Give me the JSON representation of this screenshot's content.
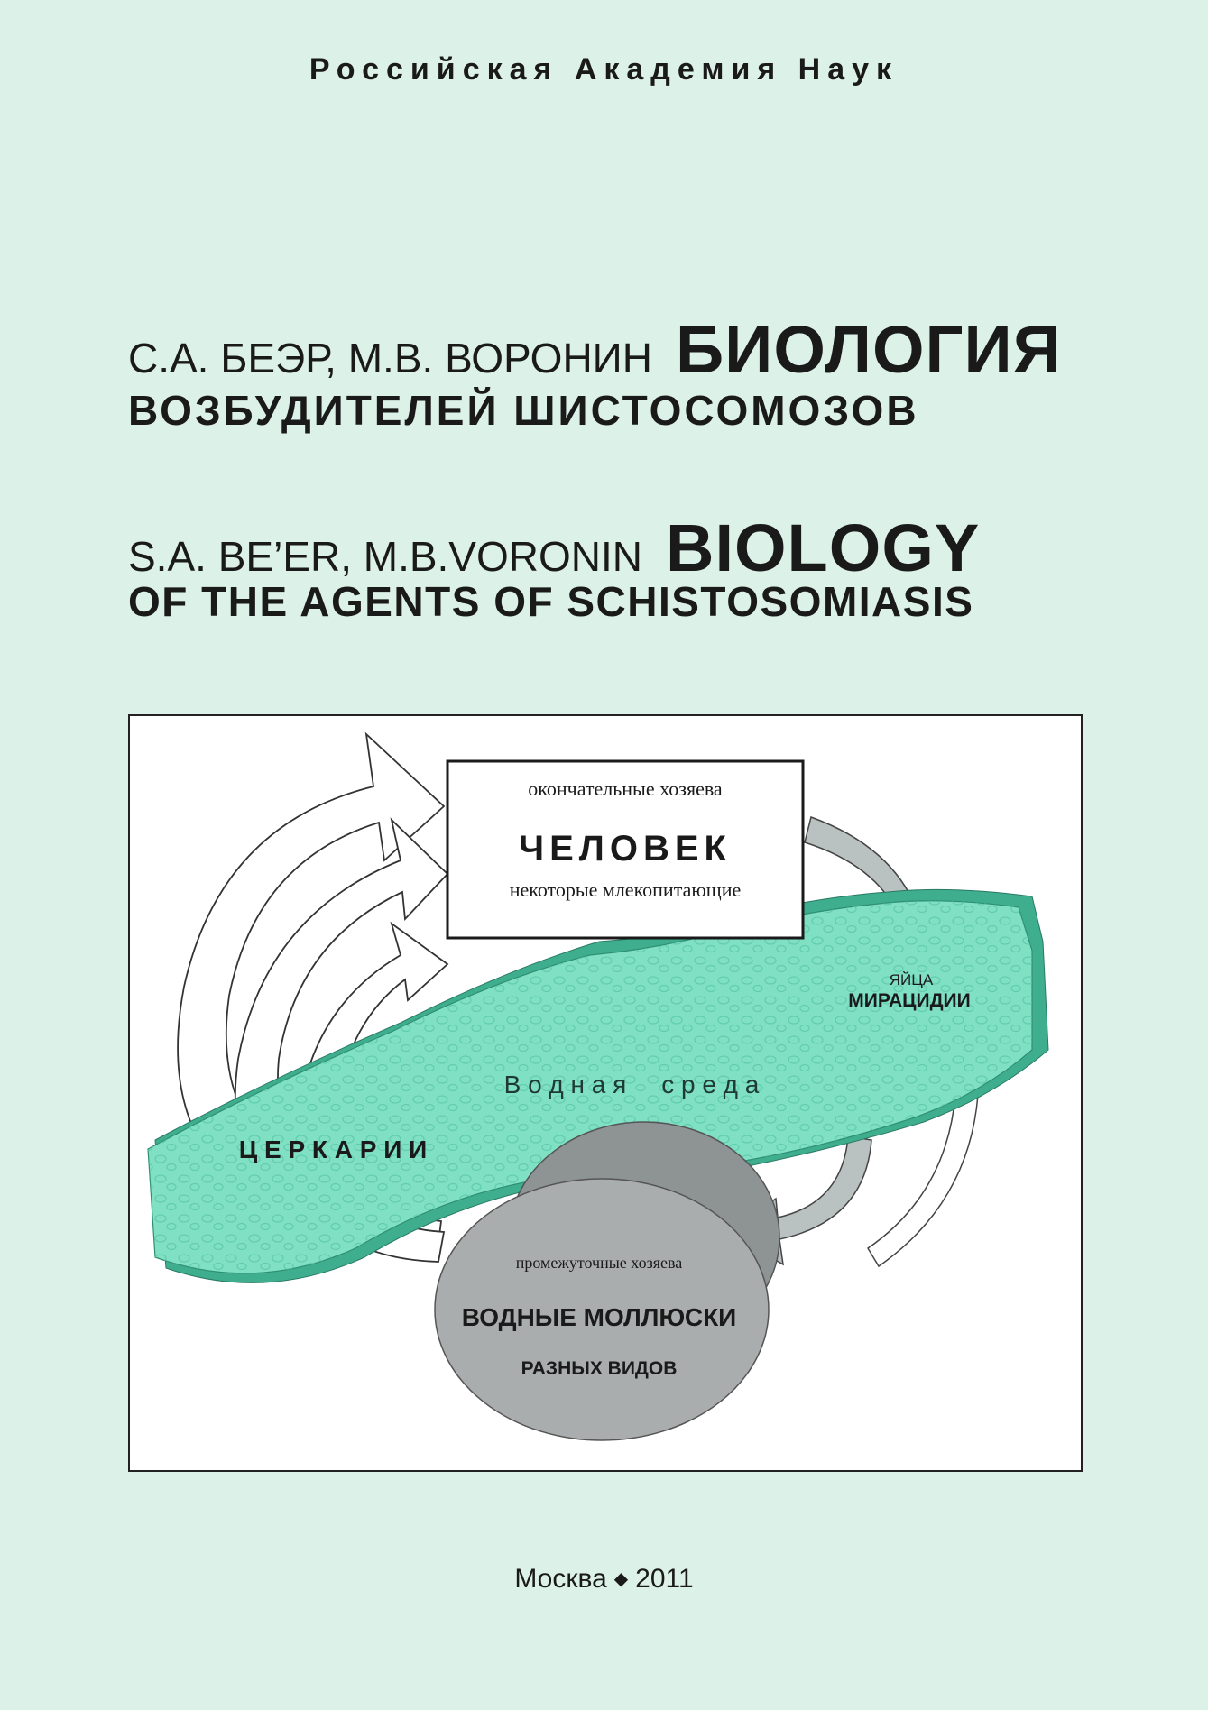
{
  "publisher": "Российская Академия Наук",
  "ru": {
    "authors": "С.А. БЕЭР, М.В. ВОРОНИН",
    "title_big": "БИОЛОГИЯ",
    "subtitle": "ВОЗБУДИТЕЛЕЙ ШИСТОСОМОЗОВ"
  },
  "en": {
    "authors": "S.A. BE’ER, M.B.VORONIN",
    "title_big": "BIOLOGY",
    "subtitle": "OF THE AGENTS OF SCHISTOSOMIASIS"
  },
  "diagram": {
    "definitive_caption": "окончательные хозяева",
    "definitive_host": "ЧЕЛОВЕК",
    "definitive_sub": "некоторые млекопитающие",
    "eggs": "ЯЙЦА",
    "miracidia": "МИРАЦИДИИ",
    "water_env": "В о д н а я     с р е д а",
    "cercariae": "Ц Е Р К А Р И И",
    "intermediate_caption": "промежуточные хозяева",
    "intermediate_host": "ВОДНЫЕ МОЛЛЮСКИ",
    "intermediate_sub": "РАЗНЫХ ВИДОВ",
    "colors": {
      "water": "#7fe0c4",
      "water_dark": "#3fae8e",
      "mollusc": "#a9adad",
      "arrow_grey": "#b9c1c1"
    }
  },
  "footer": {
    "city": "Москва",
    "year": "2011"
  }
}
